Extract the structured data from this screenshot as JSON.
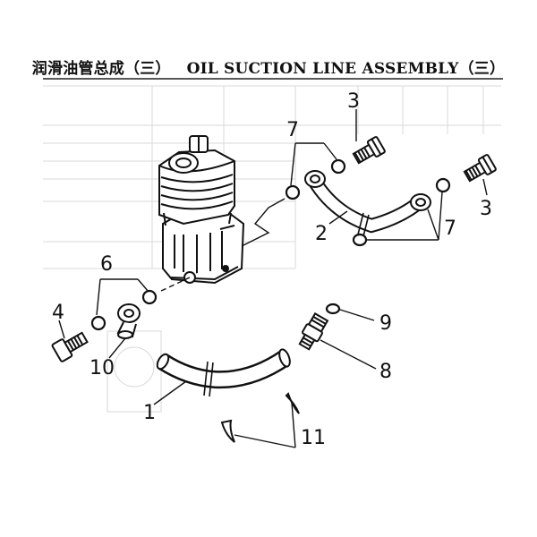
{
  "title": {
    "chinese": "润滑油管总成（三）",
    "english": "OIL SUCTION LINE ASSEMBLY（三）"
  },
  "callouts": [
    "1",
    "2",
    "3",
    "3",
    "4",
    "6",
    "7",
    "7",
    "8",
    "9",
    "10",
    "11"
  ],
  "colors": {
    "ink": "#111111",
    "background": "#ffffff",
    "ghost": "#d6d6d6"
  }
}
